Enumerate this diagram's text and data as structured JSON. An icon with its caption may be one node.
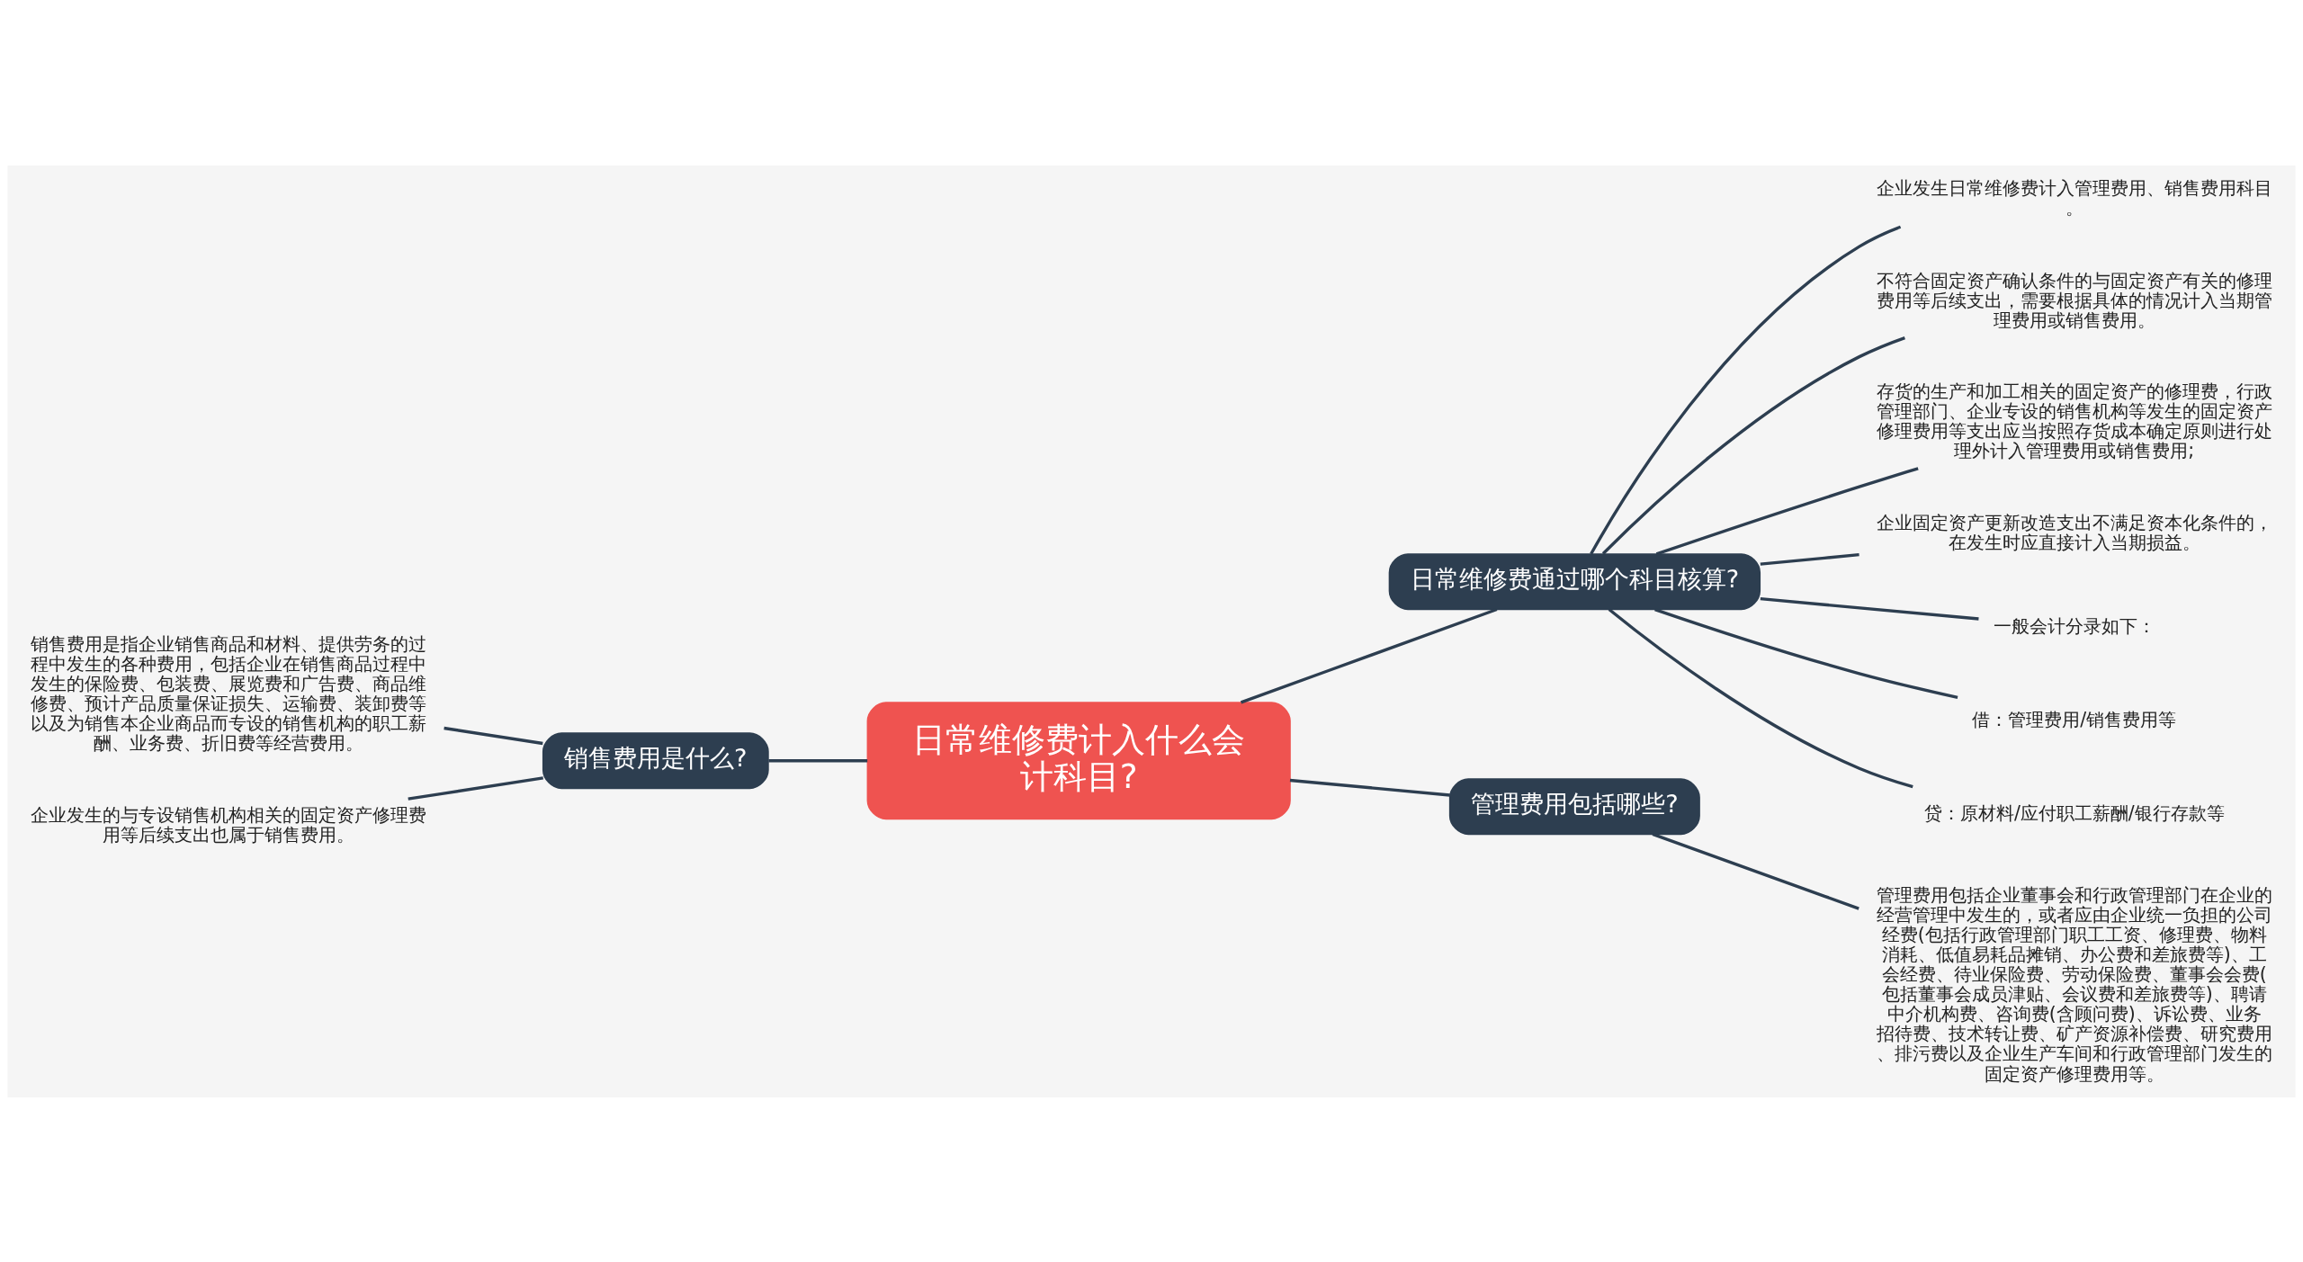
{
  "diagram": {
    "nodes": [
      {
        "text": [
          "日常维修费计入什么会计科目?"
        ]
      },
      {
        "text": [
          "日常维修费通过哪个科目核算?"
        ]
      },
      {
        "text": [
          "企业发生日常维修费计入管理费用、销售费用科目。"
        ]
      },
      {
        "text": [
          "不符合固定资产确认条件的与固定资产有关的修理费用等后续支出，需要根据具体的情况计入当期管理费用或销售费用。"
        ]
      },
      {
        "text": [
          "存货的生产和加工相关的固定资产的修理费，行政管理部门、企业专设的销售机构等发生的固定资产修理费用等支出应当按照存货成本确定原则进行处理外计入管理费用或销售费用;"
        ]
      },
      {
        "text": [
          "企业固定资产更新改造支出不满足资本化条件的，在发生时应直接计入当期损益。"
        ]
      },
      {
        "text": [
          "一般会计分录如下："
        ]
      },
      {
        "text": [
          "借：管理费用/销售费用等"
        ]
      },
      {
        "text": [
          "贷：原材料/应付职工薪酬/银行存款等"
        ]
      },
      {
        "text": [
          "管理费用包括哪些?"
        ]
      },
      {
        "text": [
          "管理费用包括企业董事会和行政管理部门在企业的经营管理中发生的，或者应由企业统一负担的公司经费(包括行政管理部门职工工资、修理费、物料消耗、低值易耗品摊销、办公费和差旅费等)、工会经费、待业保险费、劳动保险费、董事会会费(包括董事会成员津贴、会议费和差旅费等)、聘请中介机构费、咨询费(含顾问费)、诉讼费、业务招待费、技术转让费、矿产资源补偿费、研究费用、排污费以及企业生产车间和行政管理部门发生的固定资产修理费用等。"
        ]
      },
      {
        "text": [
          "销售费用是什么?"
        ]
      },
      {
        "text": [
          "销售费用是指企业销售商品和材料、提供劳务的过程中发生的各种费用，包括企业在销售商品过程中发生的保险费、包装费、展览费和广告费、商品维修费、预计产品质量保证损失、运输费、装卸费等以及为销售本企业商品而专设的销售机构的职工薪酬、业务费、折旧费等经营费用。"
        ]
      },
      {
        "text": [
          "企业发生的与专设销售机构相关的固定资产修理费用等后续支出也属于销售费用。"
        ]
      }
    ],
    "edges": [
      {
        "from": 0,
        "to": 1,
        "arrow": "none"
      },
      {
        "from": 1,
        "to": 2,
        "arrow": "none"
      },
      {
        "from": 1,
        "to": 3,
        "arrow": "none"
      },
      {
        "from": 1,
        "to": 4,
        "arrow": "none"
      },
      {
        "from": 1,
        "to": 5,
        "arrow": "none"
      },
      {
        "from": 1,
        "to": 6,
        "arrow": "none"
      },
      {
        "from": 1,
        "to": 7,
        "arrow": "none"
      },
      {
        "from": 1,
        "to": 8,
        "arrow": "none"
      },
      {
        "from": 0,
        "to": 9,
        "arrow": "none"
      },
      {
        "from": 9,
        "to": 10,
        "arrow": "none"
      },
      {
        "from": 0,
        "to": 11,
        "arrow": "none"
      },
      {
        "from": 11,
        "to": 12,
        "arrow": "none"
      },
      {
        "from": 11,
        "to": 13,
        "arrow": "none"
      }
    ]
  }
}
